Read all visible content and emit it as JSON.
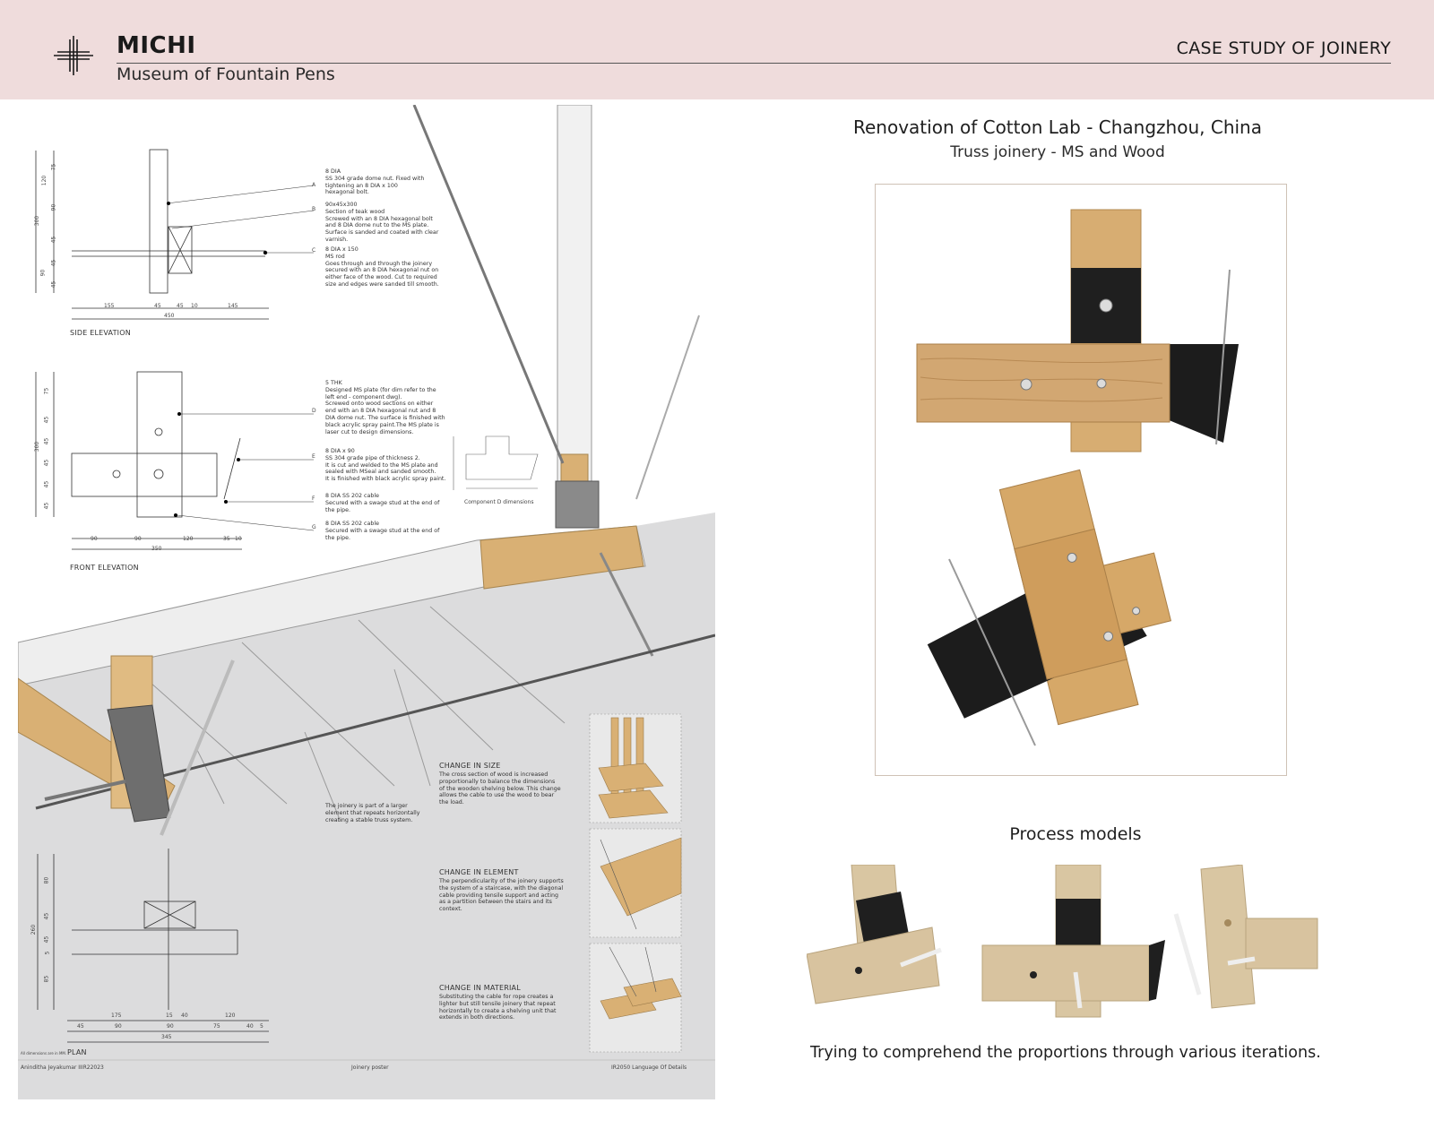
{
  "header": {
    "brand": "MICHI",
    "subtitle": "Museum of Fountain Pens",
    "section": "CASE STUDY OF JOINERY"
  },
  "poster": {
    "side_elevation_label": "SIDE ELEVATION",
    "front_elevation_label": "FRONT ELEVATION",
    "plan_label": "PLAN",
    "component_label": "Component D dimensions",
    "notes": [
      {
        "letter": "A",
        "text": "8 DIA\nSS 304 grade dome nut. Fixed with\ntightening an 8 DIA x 100\nhexagonal bolt."
      },
      {
        "letter": "B",
        "text": "90x45x300\nSection of teak wood\nScrewed with an 8 DIA hexagonal bolt\nand 8 DIA dome nut to the MS plate.\nSurface is sanded and coated with clear\nvarnish."
      },
      {
        "letter": "C",
        "text": "8 DIA x 150\nMS rod\nGoes through and through the joinery\nsecured with an 8 DIA hexagonal nut on\neither face of the wood. Cut to required\nsize and edges were sanded till smooth."
      },
      {
        "letter": "D",
        "text": "5 THK\nDesigned MS plate (for dim refer to the\nleft end - component dwg).\nScrewed onto wood sections on either\nend with an 8 DIA hexagonal nut and 8\nDIA dome nut. The surface is finished with\nblack acrylic spray paint.The MS plate is\nlaser cut to design dimensions."
      },
      {
        "letter": "E",
        "text": "8 DIA x 90\nSS 304 grade pipe of thickness 2.\nIt is cut and welded to the MS plate and\nsealed with MSeal and sanded smooth.\nIt is finished with black acrylic spray paint."
      },
      {
        "letter": "F",
        "text": "8 DIA SS 202 cable\nSecured with a swage stud at the end of\nthe pipe."
      },
      {
        "letter": "G",
        "text": "8 DIA SS 202 cable\nSecured with a swage stud at the end of\nthe pipe."
      }
    ],
    "truss_note": "The joinery is part of a larger\nelement that repeats horizontally\ncreating a stable truss system.",
    "changes": [
      {
        "title": "CHANGE IN SIZE",
        "text": "The cross section of wood is increased\nproportionally to balance the dimensions\nof the wooden shelving below. This change\nallows the cable to use the wood to bear\nthe load."
      },
      {
        "title": "CHANGE IN ELEMENT",
        "text": "The perpendicularity of the joinery supports\nthe system of a staircase, with the diagonal\ncable providing tensile support and acting\nas a partition between the stairs and its\ncontext."
      },
      {
        "title": "CHANGE IN MATERIAL",
        "text": "Substituting the cable for rope creates a\nlighter but still tensile joinery that repeat\nhorizontally to create a shelving unit that\nextends in both directions."
      }
    ],
    "side_dims_bottom": [
      "155",
      "45",
      "45",
      "10",
      "145"
    ],
    "side_total": "450",
    "side_dims_left": [
      "75",
      "120",
      "90",
      "45",
      "45",
      "90",
      "45"
    ],
    "side_left_total": "300",
    "front_dims_bottom": [
      "90",
      "90",
      "120",
      "35",
      "10"
    ],
    "front_total": "350",
    "front_dims_left": [
      "75",
      "45",
      "45",
      "45",
      "45",
      "45"
    ],
    "front_left_total": "300",
    "plan_dims_top": [
      "175",
      "15",
      "40",
      "120"
    ],
    "plan_dims_bottom": [
      "45",
      "90",
      "90",
      "75",
      "40",
      "5"
    ],
    "plan_total": "345",
    "plan_dims_left": [
      "80",
      "45",
      "45",
      "5",
      "85"
    ],
    "plan_left_total": "260",
    "footer_left": "Aninditha Jeyakumar IIIR22023",
    "footer_center": "Joinery poster",
    "footer_right": "IR2050 Language Of Details",
    "dims_note": "All dimensions are in MM."
  },
  "case_study": {
    "title": "Renovation of Cotton Lab - Changzhou, China",
    "subtitle": "Truss joinery - MS and Wood",
    "process_title": "Process models",
    "caption": "Trying to comprehend the proportions through various  iterations."
  },
  "colors": {
    "header_bg": "#efdcdc",
    "wood": "#d9b074",
    "steel": "#222222",
    "mdf": "#d8c5a3"
  }
}
